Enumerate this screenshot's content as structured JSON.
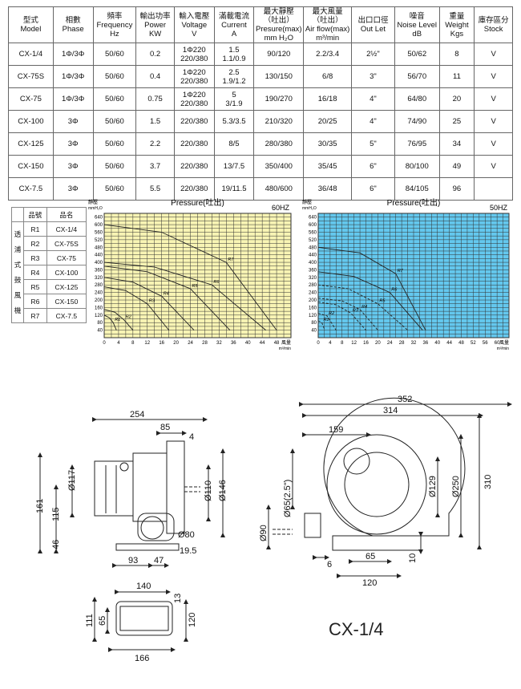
{
  "spec_table": {
    "headers": [
      "型式\nModel",
      "相數\nPhase",
      "頻率\nFrequency\nHz",
      "輸出功率\nPower\nKW",
      "輸入電壓\nVoltage\nV",
      "滿載電流\nCurrent\nA",
      "最大靜壓\n（吐出）\nPresure(max)\nmm H₂O",
      "最大風量\n（吐出）\nAir flow(max)\nm³/min",
      "出口口徑\nOut Let",
      "噪音\nNoise Level\ndB",
      "重量\nWeight\nKgs",
      "庫存區分\nStock"
    ],
    "rows": [
      [
        "CX-1/4",
        "1Φ/3Φ",
        "50/60",
        "0.2",
        "1Φ220\n220/380",
        "1.5\n1.1/0.9",
        "90/120",
        "2.2/3.4",
        "2½\"",
        "50/62",
        "8",
        "V"
      ],
      [
        "CX-75S",
        "1Φ/3Φ",
        "50/60",
        "0.4",
        "1Φ220\n220/380",
        "2.5\n1.9/1.2",
        "130/150",
        "6/8",
        "3\"",
        "56/70",
        "11",
        "V"
      ],
      [
        "CX-75",
        "1Φ/3Φ",
        "50/60",
        "0.75",
        "1Φ220\n220/380",
        "5\n3/1.9",
        "190/270",
        "16/18",
        "4\"",
        "64/80",
        "20",
        "V"
      ],
      [
        "CX-100",
        "3Φ",
        "50/60",
        "1.5",
        "220/380",
        "5.3/3.5",
        "210/320",
        "20/25",
        "4\"",
        "74/90",
        "25",
        "V"
      ],
      [
        "CX-125",
        "3Φ",
        "50/60",
        "2.2",
        "220/380",
        "8/5",
        "280/380",
        "30/35",
        "5\"",
        "76/95",
        "34",
        "V"
      ],
      [
        "CX-150",
        "3Φ",
        "50/60",
        "3.7",
        "220/380",
        "13/7.5",
        "350/400",
        "35/45",
        "6\"",
        "80/100",
        "49",
        "V"
      ],
      [
        "CX-7.5",
        "3Φ",
        "50/60",
        "5.5",
        "220/380",
        "19/11.5",
        "480/600",
        "36/48",
        "6\"",
        "84/105",
        "96",
        ""
      ]
    ]
  },
  "legend": {
    "head_code": "品號",
    "head_name": "品名",
    "side_label": [
      "透",
      "浦",
      "式",
      "鼓",
      "風",
      "機"
    ],
    "items": [
      {
        "code": "R1",
        "name": "CX-1/4"
      },
      {
        "code": "R2",
        "name": "CX-75S"
      },
      {
        "code": "R3",
        "name": "CX-75"
      },
      {
        "code": "R4",
        "name": "CX-100"
      },
      {
        "code": "R5",
        "name": "CX-125"
      },
      {
        "code": "R6",
        "name": "CX-150"
      },
      {
        "code": "R7",
        "name": "CX-7.5"
      }
    ]
  },
  "chart_data": [
    {
      "type": "line",
      "title": "Pressure(吐出)",
      "frequency_label": "60HZ",
      "ylabel": "靜壓",
      "yunit": "mmH₂O",
      "xlabel": "風量",
      "xunit": "m³/min",
      "xlim": [
        0,
        52
      ],
      "ylim": [
        0,
        660
      ],
      "x_ticks": [
        0,
        4,
        8,
        12,
        16,
        20,
        24,
        28,
        32,
        36,
        40,
        44,
        48
      ],
      "y_ticks": [
        40,
        80,
        120,
        160,
        200,
        240,
        280,
        320,
        360,
        400,
        440,
        480,
        520,
        560,
        600,
        640
      ],
      "grid": true,
      "background": "#f8f4b4",
      "series": [
        {
          "name": "R1",
          "points": [
            [
              0,
              120
            ],
            [
              1.5,
              105
            ],
            [
              2.5,
              80
            ],
            [
              3.4,
              40
            ]
          ]
        },
        {
          "name": "R2",
          "points": [
            [
              0,
              150
            ],
            [
              3,
              135
            ],
            [
              5.5,
              95
            ],
            [
              8,
              40
            ]
          ]
        },
        {
          "name": "R3",
          "points": [
            [
              0,
              270
            ],
            [
              6,
              250
            ],
            [
              12,
              180
            ],
            [
              18,
              40
            ]
          ]
        },
        {
          "name": "R4",
          "points": [
            [
              0,
              320
            ],
            [
              8,
              295
            ],
            [
              16,
              220
            ],
            [
              25,
              40
            ]
          ]
        },
        {
          "name": "R5",
          "points": [
            [
              0,
              380
            ],
            [
              12,
              350
            ],
            [
              24,
              260
            ],
            [
              35,
              40
            ]
          ]
        },
        {
          "name": "R6",
          "points": [
            [
              0,
              400
            ],
            [
              14,
              375
            ],
            [
              30,
              280
            ],
            [
              45,
              40
            ]
          ]
        },
        {
          "name": "R7",
          "points": [
            [
              0,
              600
            ],
            [
              16,
              560
            ],
            [
              34,
              400
            ],
            [
              48,
              40
            ]
          ]
        }
      ]
    },
    {
      "type": "line",
      "title": "Pressure(吐出)",
      "frequency_label": "50HZ",
      "ylabel": "靜壓",
      "yunit": "mmH₂O",
      "xlabel": "風量",
      "xunit": "m³/min",
      "xlim": [
        0,
        64
      ],
      "ylim": [
        0,
        660
      ],
      "x_ticks": [
        0,
        4,
        8,
        12,
        16,
        20,
        24,
        28,
        32,
        36,
        40,
        44,
        48,
        52,
        56,
        60
      ],
      "y_ticks": [
        40,
        80,
        120,
        160,
        200,
        240,
        280,
        320,
        360,
        400,
        440,
        480,
        520,
        560,
        600,
        640
      ],
      "grid": true,
      "background": "#64c8ee",
      "series": [
        {
          "name": "R1",
          "points": [
            [
              0,
              90
            ],
            [
              1.2,
              80
            ],
            [
              2.2,
              40
            ]
          ],
          "dashed": true
        },
        {
          "name": "R2",
          "points": [
            [
              0,
              130
            ],
            [
              3,
              115
            ],
            [
              6,
              40
            ]
          ],
          "dashed": true
        },
        {
          "name": "R3",
          "points": [
            [
              0,
              190
            ],
            [
              6,
              175
            ],
            [
              11,
              130
            ],
            [
              16,
              40
            ]
          ],
          "dashed": true
        },
        {
          "name": "R4",
          "points": [
            [
              0,
              210
            ],
            [
              8,
              195
            ],
            [
              14,
              150
            ],
            [
              20,
              40
            ]
          ],
          "dashed": true
        },
        {
          "name": "R5",
          "points": [
            [
              0,
              280
            ],
            [
              10,
              260
            ],
            [
              20,
              180
            ],
            [
              30,
              40
            ]
          ],
          "dashed": true
        },
        {
          "name": "R6",
          "points": [
            [
              0,
              350
            ],
            [
              12,
              325
            ],
            [
              24,
              240
            ],
            [
              35,
              40
            ]
          ]
        },
        {
          "name": "R7",
          "points": [
            [
              0,
              480
            ],
            [
              14,
              450
            ],
            [
              26,
              340
            ],
            [
              36,
              40
            ]
          ]
        }
      ]
    }
  ],
  "drawing": {
    "model_label": "CX-1/4",
    "side_dims": [
      "254",
      "85",
      "4",
      "Ø117",
      "115",
      "161",
      "46",
      "Ø110",
      "Ø146",
      "Ø80",
      "93",
      "47",
      "19.5"
    ],
    "front_dims": [
      "352",
      "314",
      "159",
      "Ø65(2.5\")",
      "Ø90",
      "Ø129",
      "Ø250",
      "310",
      "6",
      "65",
      "120",
      "10"
    ],
    "base_dims": [
      "140",
      "13",
      "111",
      "65",
      "120",
      "166"
    ]
  }
}
